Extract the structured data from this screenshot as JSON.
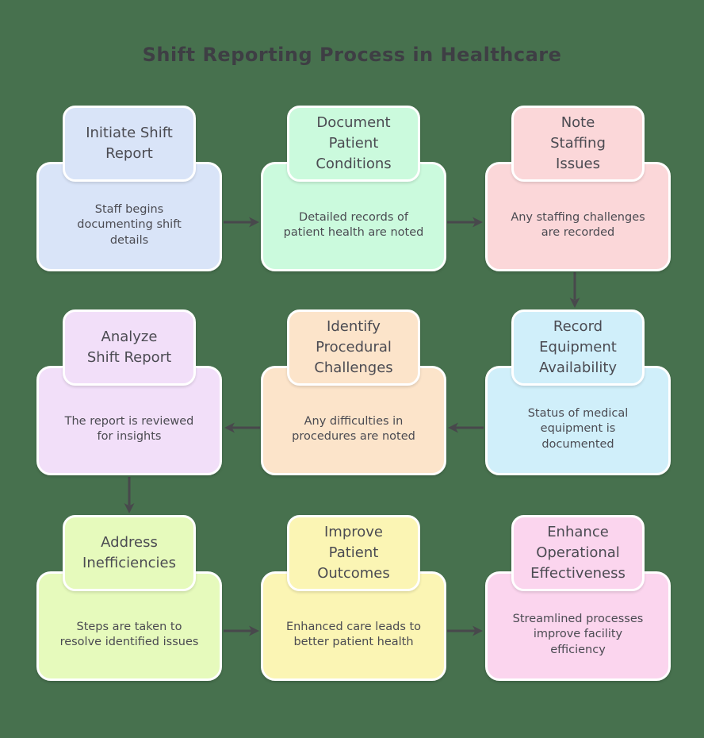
{
  "title": "Shift Reporting Process in Healthcare",
  "theme": {
    "background_color": "#47714E",
    "text_color": "#4b4b52",
    "title_color": "#3e3e44",
    "arrow_color": "#48484c",
    "node_border_color": "#ffffff"
  },
  "nodes": [
    {
      "id": "initiate-shift-report",
      "title": "Initiate Shift\nReport",
      "description": "Staff begins\ndocumenting shift\ndetails",
      "color": "#d9e4f8"
    },
    {
      "id": "document-patient-conditions",
      "title": "Document\nPatient\nConditions",
      "description": "Detailed records of\npatient health are noted",
      "color": "#cbfadd"
    },
    {
      "id": "note-staffing-issues",
      "title": "Note\nStaffing\nIssues",
      "description": "Any staffing challenges\nare recorded",
      "color": "#fbd7d9"
    },
    {
      "id": "analyze-shift-report",
      "title": "Analyze\nShift Report",
      "description": "The report is reviewed\nfor insights",
      "color": "#f2dff9"
    },
    {
      "id": "identify-procedural-challenges",
      "title": "Identify\nProcedural\nChallenges",
      "description": "Any difficulties in\nprocedures are noted",
      "color": "#fce4ca"
    },
    {
      "id": "record-equipment-availability",
      "title": "Record\nEquipment\nAvailability",
      "description": "Status of medical\nequipment is\ndocumented",
      "color": "#d0effa"
    },
    {
      "id": "address-inefficiencies",
      "title": "Address\nInefficiencies",
      "description": "Steps are taken to\nresolve identified issues",
      "color": "#e6fabc"
    },
    {
      "id": "improve-patient-outcomes",
      "title": "Improve\nPatient\nOutcomes",
      "description": "Enhanced care leads to\nbetter patient health",
      "color": "#fbf5b4"
    },
    {
      "id": "enhance-operational-effectiveness",
      "title": "Enhance\nOperational\nEffectiveness",
      "description": "Streamlined processes\nimprove facility\nefficiency",
      "color": "#fbd5ee"
    }
  ],
  "edges": [
    {
      "from": "initiate-shift-report",
      "to": "document-patient-conditions"
    },
    {
      "from": "document-patient-conditions",
      "to": "note-staffing-issues"
    },
    {
      "from": "note-staffing-issues",
      "to": "record-equipment-availability"
    },
    {
      "from": "record-equipment-availability",
      "to": "identify-procedural-challenges"
    },
    {
      "from": "identify-procedural-challenges",
      "to": "analyze-shift-report"
    },
    {
      "from": "analyze-shift-report",
      "to": "address-inefficiencies"
    },
    {
      "from": "address-inefficiencies",
      "to": "improve-patient-outcomes"
    },
    {
      "from": "improve-patient-outcomes",
      "to": "enhance-operational-effectiveness"
    }
  ]
}
